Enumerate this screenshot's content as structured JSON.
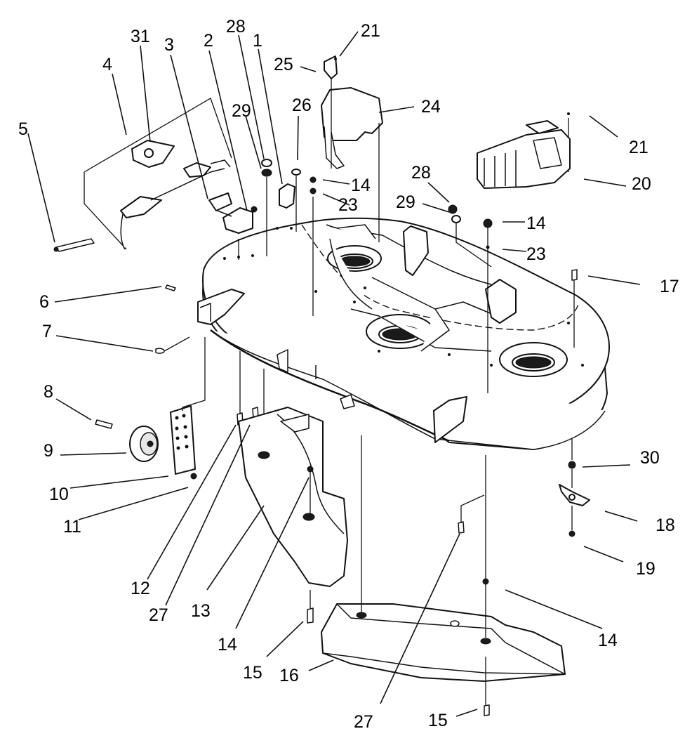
{
  "callouts": {
    "c31": "31",
    "c3": "3",
    "c2": "2",
    "c28a": "28",
    "c1": "1",
    "c21a": "21",
    "c4": "4",
    "c5": "5",
    "c29a": "29",
    "c26": "26",
    "c25": "25",
    "c24": "24",
    "c14a": "14",
    "c23a": "23",
    "c28b": "28",
    "c29b": "29",
    "c14b": "14",
    "c23b": "23",
    "c21b": "21",
    "c20": "20",
    "c17": "17",
    "c6": "6",
    "c7": "7",
    "c8": "8",
    "c9": "9",
    "c10": "10",
    "c11": "11",
    "c12": "12",
    "c27a": "27",
    "c13": "13",
    "c14c": "14",
    "c15a": "15",
    "c16": "16",
    "c27b": "27",
    "c15b": "15",
    "c14d": "14",
    "c30": "30",
    "c18": "18",
    "c19": "19"
  }
}
